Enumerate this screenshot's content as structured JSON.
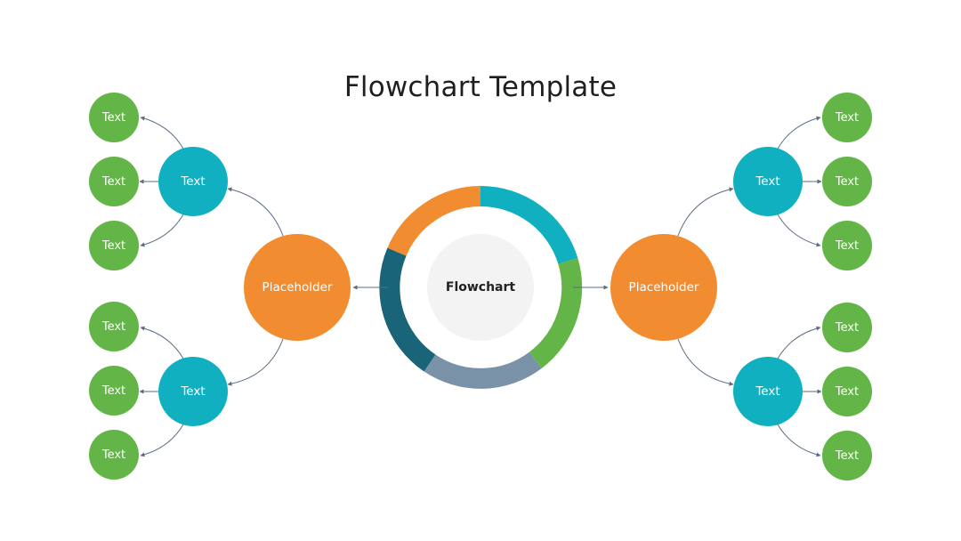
{
  "title": "Flowchart Template",
  "center": {
    "label": "Flowchart"
  },
  "colors": {
    "leaf": "#62b546",
    "mid": "#10b0c0",
    "placeholder": "#f18c30",
    "ring_orange": "#f18c30",
    "ring_teal": "#10b0c0",
    "ring_green": "#62b546",
    "ring_slate": "#7a92a8",
    "ring_navy": "#1a6479",
    "connector": "#5a6b82"
  },
  "placeholders": {
    "left": "Placeholder",
    "right": "Placeholder"
  },
  "branches": {
    "left_top": {
      "mid": "Text",
      "leaves": [
        "Text",
        "Text",
        "Text"
      ]
    },
    "left_bottom": {
      "mid": "Text",
      "leaves": [
        "Text",
        "Text",
        "Text"
      ]
    },
    "right_top": {
      "mid": "Text",
      "leaves": [
        "Text",
        "Text",
        "Text"
      ]
    },
    "right_bottom": {
      "mid": "Text",
      "leaves": [
        "Text",
        "Text",
        "Text"
      ]
    }
  }
}
